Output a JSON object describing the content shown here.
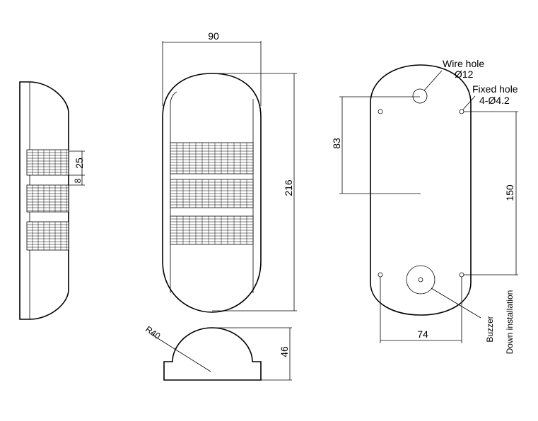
{
  "dimensions": {
    "width_90": "90",
    "height_216": "216",
    "wire_hole_spacing_83": "83",
    "fixed_hole_spacing_150": "150",
    "fixed_hole_spacing_74": "74",
    "band_25": "25",
    "gap_8": "8",
    "radius": "R40",
    "depth_46": "46"
  },
  "labels": {
    "wire_hole": "Wire hole",
    "wire_hole_dia": "Ø12",
    "fixed_hole": "Fixed hole",
    "fixed_hole_dia": "4-Ø4.2",
    "buzzer": "Buzzer",
    "down_installation": "Down installation"
  }
}
